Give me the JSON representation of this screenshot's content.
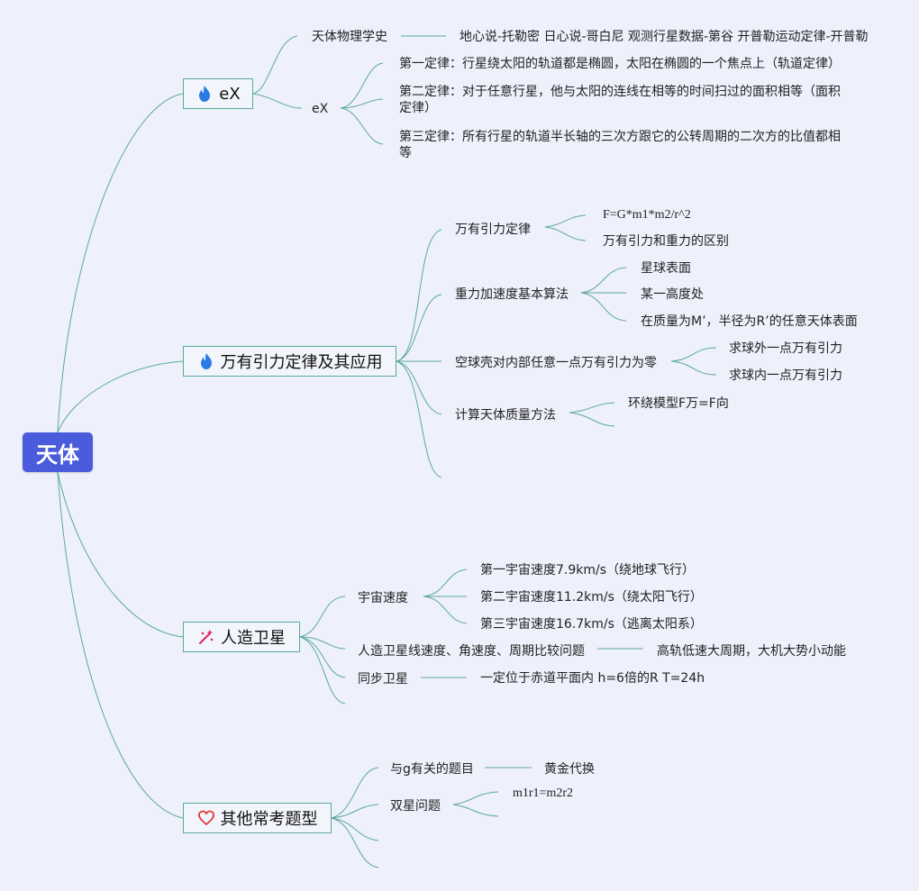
{
  "root": {
    "label": "天体"
  },
  "branches": [
    {
      "label": "eX",
      "icon": "fire-icon",
      "children": [
        {
          "label": "天体物理学史",
          "child": "地心说-托勒密 日心说-哥白尼 观测行星数据-第谷 开普勒运动定律-开普勒"
        },
        {
          "label": "eX",
          "children": [
            "第一定律：行星绕太阳的轨道都是椭圆，太阳在椭圆的一个焦点上（轨道定律）",
            "第二定律：对于任意行星，他与太阳的连线在相等的时间扫过的面积相等（面积定律）",
            "第三定律：所有行星的轨道半长轴的三次方跟它的公转周期的二次方的比值都相等"
          ]
        }
      ]
    },
    {
      "label": "万有引力定律及其应用",
      "icon": "fire-icon",
      "children": [
        {
          "label": "万有引力定律",
          "children": [
            "F=G*m1*m2/r^2",
            "万有引力和重力的区别"
          ]
        },
        {
          "label": "重力加速度基本算法",
          "children": [
            "星球表面",
            "某一高度处",
            "在质量为M’，半径为R’的任意天体表面"
          ]
        },
        {
          "label": "空球壳对内部任意一点万有引力为零",
          "children": [
            "求球外一点万有引力",
            "求球内一点万有引力"
          ]
        },
        {
          "label": "计算天体质量方法",
          "children": [
            "环绕模型F万=F向"
          ]
        }
      ]
    },
    {
      "label": "人造卫星",
      "icon": "sparkle-icon",
      "children": [
        {
          "label": "宇宙速度",
          "children": [
            "第一宇宙速度7.9km/s（绕地球飞行）",
            "第二宇宙速度11.2km/s（绕太阳飞行）",
            "第三宇宙速度16.7km/s（逃离太阳系）"
          ]
        },
        {
          "label": "人造卫星线速度、角速度、周期比较问题",
          "child": "高轨低速大周期，大机大势小动能"
        },
        {
          "label": "同步卫星",
          "child": "一定位于赤道平面内 h=6倍的R T=24h"
        }
      ]
    },
    {
      "label": "其他常考题型",
      "icon": "heart-icon",
      "children": [
        {
          "label": "与g有关的题目",
          "child": "黄金代换"
        },
        {
          "label": "双星问题",
          "children": [
            "m1r1=m2r2"
          ]
        }
      ]
    }
  ],
  "colors": {
    "root": "#4a5bdc",
    "line": "#5aa9a0",
    "background": "#eef0fb",
    "fire": "#2a7be4",
    "sparkle": "#e0245e",
    "heart": "#e03a3a"
  }
}
